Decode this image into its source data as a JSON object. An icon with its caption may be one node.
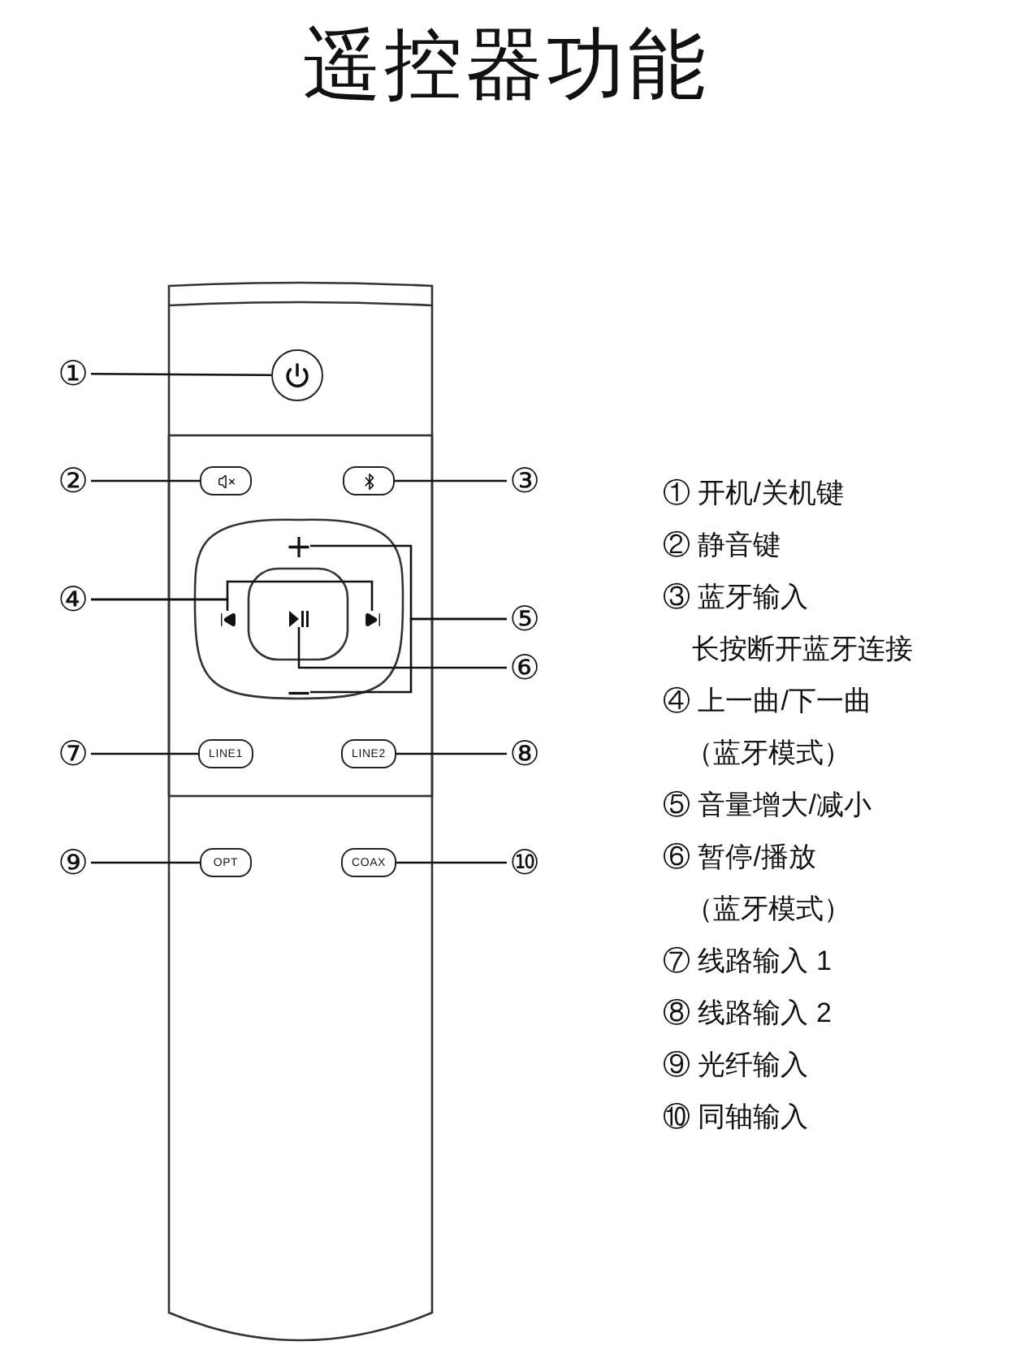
{
  "diagram": {
    "title": "遥控器功能",
    "nodes": [
      {
        "text": [
          "①"
        ]
      },
      {
        "text": [],
        "shape": "circle"
      },
      {
        "text": [
          "②"
        ]
      },
      {
        "text": [],
        "shape": "box"
      },
      {
        "text": [],
        "shape": "box"
      },
      {
        "text": [
          "③"
        ]
      },
      {
        "text": [
          "+"
        ]
      },
      {
        "text": [
          "④"
        ]
      },
      {
        "text": [],
        "shape": "picture"
      },
      {
        "text": [],
        "shape": "picture"
      },
      {
        "text": [],
        "shape": "picture"
      },
      {
        "text": [
          "⑤"
        ]
      },
      {
        "text": [
          "⑥"
        ]
      },
      {
        "text": [
          "−"
        ]
      },
      {
        "text": [
          "⑦"
        ]
      },
      {
        "text": [
          "LINE1"
        ]
      },
      {
        "text": [
          "LINE2"
        ]
      },
      {
        "text": [
          "⑧"
        ]
      },
      {
        "text": [
          "⑨"
        ]
      },
      {
        "text": [
          "OPT"
        ]
      },
      {
        "text": [
          "COAX"
        ]
      },
      {
        "text": [
          "⑩"
        ]
      }
    ],
    "edges": [
      {
        "from": 0,
        "to": 1,
        "arrow": "none"
      },
      {
        "from": 2,
        "to": 3,
        "arrow": "none"
      },
      {
        "from": 5,
        "to": 4,
        "arrow": "none"
      },
      {
        "from": 7,
        "to": 8,
        "arrow": "none"
      },
      {
        "from": 7,
        "to": 10,
        "arrow": "none"
      },
      {
        "from": 11,
        "to": 6,
        "arrow": "none"
      },
      {
        "from": 11,
        "to": 13,
        "arrow": "none"
      },
      {
        "from": 12,
        "to": 9,
        "arrow": "none"
      },
      {
        "from": 14,
        "to": 15,
        "arrow": "none"
      },
      {
        "from": 17,
        "to": 16,
        "arrow": "none"
      },
      {
        "from": 18,
        "to": 19,
        "arrow": "none"
      },
      {
        "from": 21,
        "to": 20,
        "arrow": "none"
      }
    ],
    "labels": [
      "① 开机/关机键",
      "② 静音键",
      "③ 蓝牙输入",
      "长按断开蓝牙连接",
      "④ 上一曲/下一曲",
      "（蓝牙模式）",
      "⑤ 音量增大/减小",
      "⑥ 暂停/播放",
      "（蓝牙模式）",
      "⑦ 线路输入 1",
      "⑧ 线路输入 2",
      "⑨ 光纤输入",
      "⑩ 同轴输入"
    ]
  }
}
